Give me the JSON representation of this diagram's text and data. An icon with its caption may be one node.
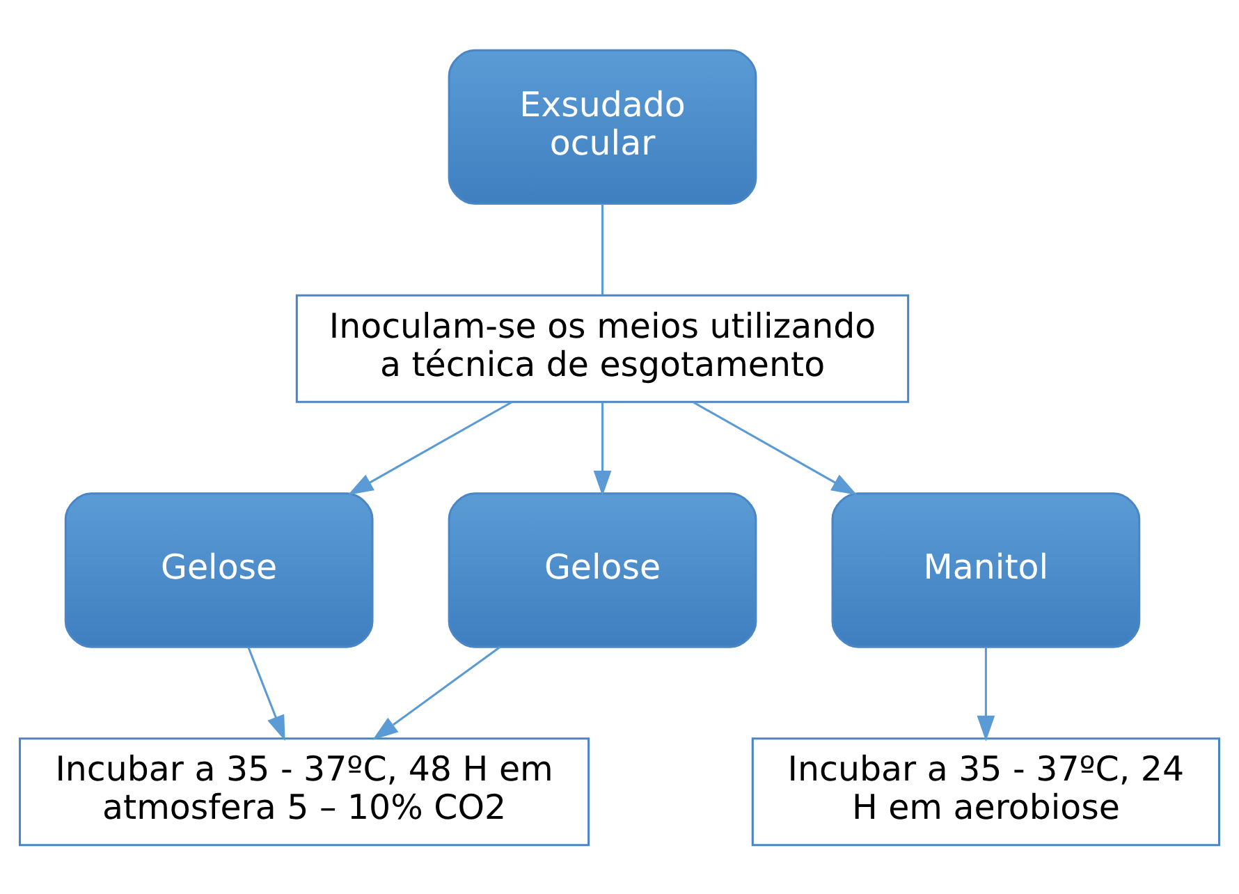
{
  "diagram": {
    "nodes": [
      {
        "text": [
          "Exsudado ocular"
        ]
      },
      {
        "text": [
          "Inoculam-se os meios utilizando a técnica de esgotamento"
        ]
      },
      {
        "text": [
          "Gelose"
        ]
      },
      {
        "text": [
          "Gelose"
        ]
      },
      {
        "text": [
          "Manitol"
        ]
      },
      {
        "text": [
          "Incubar a 35 - 37ºC, 48 H em atmosfera 5 – 10% CO2"
        ]
      },
      {
        "text": [
          "Incubar a 35 - 37ºC, 24 H em aerobiose"
        ]
      }
    ],
    "edges": [
      {
        "from": 0,
        "to": 1,
        "arrow": "none"
      },
      {
        "from": 1,
        "to": 2,
        "arrow": "to"
      },
      {
        "from": 1,
        "to": 3,
        "arrow": "to"
      },
      {
        "from": 1,
        "to": 4,
        "arrow": "to"
      },
      {
        "from": 2,
        "to": 5,
        "arrow": "to"
      },
      {
        "from": 3,
        "to": 5,
        "arrow": "to"
      },
      {
        "from": 4,
        "to": 6,
        "arrow": "to"
      }
    ]
  }
}
